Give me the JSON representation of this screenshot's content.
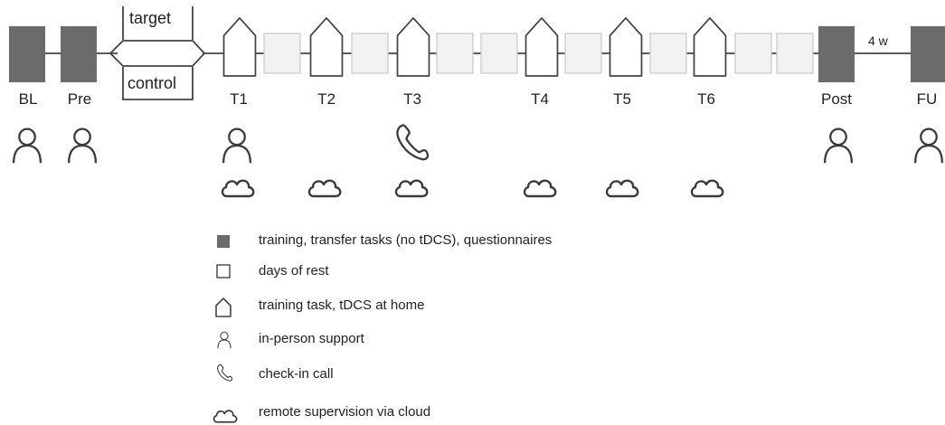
{
  "timeline": {
    "milestones": [
      {
        "id": "bl",
        "label": "BL",
        "icons": [
          "person-icon"
        ]
      },
      {
        "id": "pre",
        "label": "Pre",
        "icons": [
          "person-icon"
        ]
      },
      {
        "id": "t1",
        "label": "T1",
        "icons": [
          "person-icon",
          "cloud-icon"
        ]
      },
      {
        "id": "t2",
        "label": "T2",
        "icons": [
          "cloud-icon"
        ]
      },
      {
        "id": "t3",
        "label": "T3",
        "icons": [
          "phone-icon",
          "cloud-icon"
        ]
      },
      {
        "id": "t4",
        "label": "T4",
        "icons": [
          "cloud-icon"
        ]
      },
      {
        "id": "t5",
        "label": "T5",
        "icons": [
          "cloud-icon"
        ]
      },
      {
        "id": "t6",
        "label": "T6",
        "icons": [
          "cloud-icon"
        ]
      },
      {
        "id": "post",
        "label": "Post",
        "icons": [
          "person-icon"
        ]
      },
      {
        "id": "fu",
        "label": "FU",
        "icons": [
          "person-icon"
        ]
      }
    ],
    "arms": {
      "upper": "target",
      "lower": "control"
    },
    "followup_gap": "4 w",
    "colors": {
      "lab_session": "#6b6b6b",
      "rest_day": "#f2f2f2",
      "line": "#444444",
      "outline": "#555555"
    }
  },
  "legend": {
    "items": [
      {
        "icon": "filled-square-icon",
        "text": "training, transfer tasks (no tDCS), questionnaires"
      },
      {
        "icon": "empty-square-icon",
        "text": "days of rest"
      },
      {
        "icon": "house-icon",
        "text": "training task, tDCS at home"
      },
      {
        "icon": "person-icon",
        "text": "in-person support"
      },
      {
        "icon": "phone-icon",
        "text": "check-in call"
      },
      {
        "icon": "cloud-icon",
        "text": "remote supervision via cloud"
      }
    ]
  }
}
